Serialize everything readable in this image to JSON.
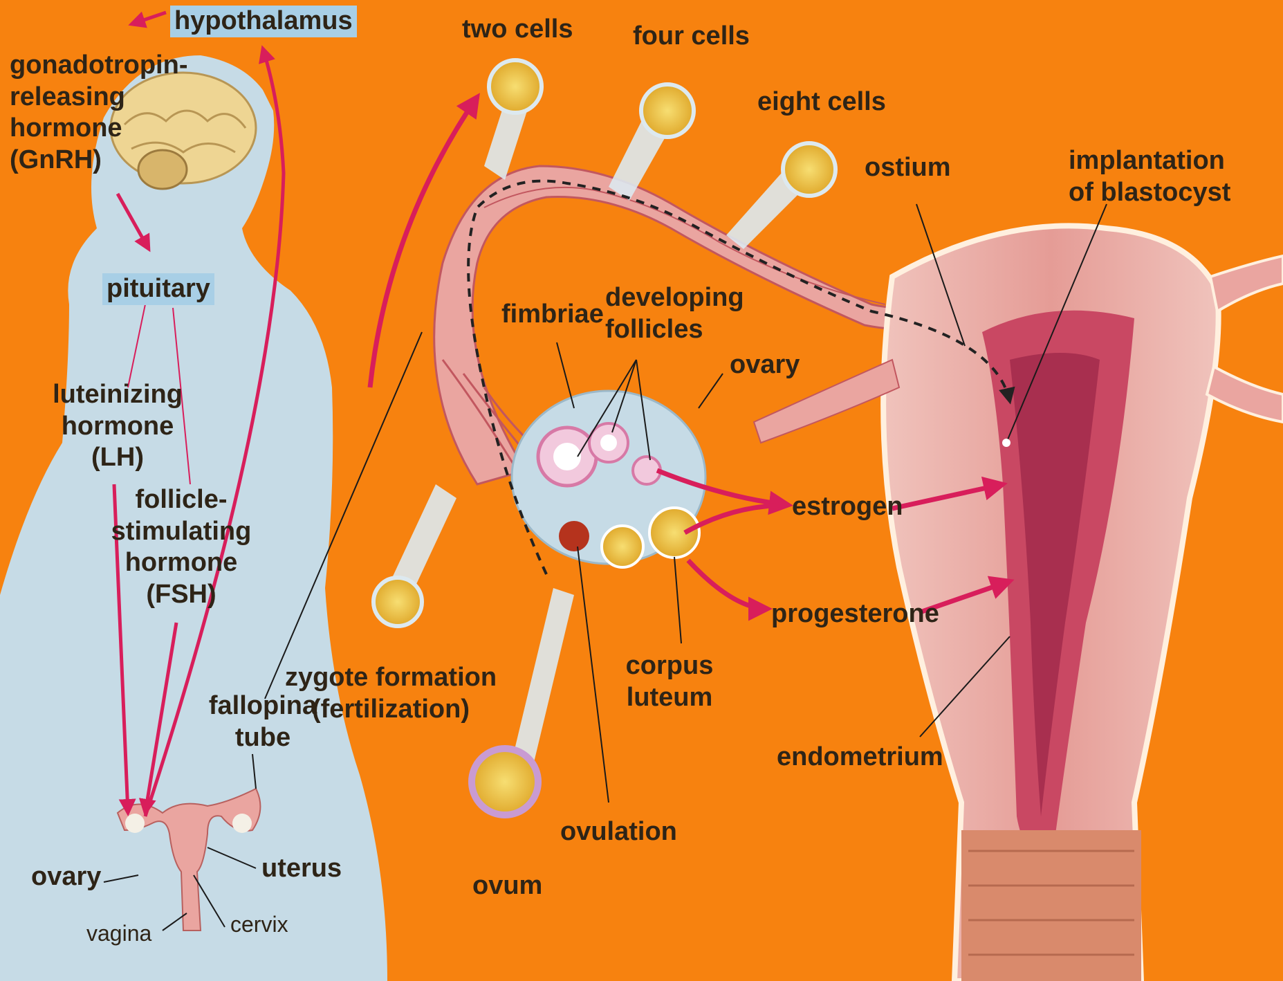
{
  "diagram": {
    "labels": {
      "hypothalamus": "hypothalamus",
      "gnrh": [
        "gonadotropin-",
        "releasing",
        "hormone",
        "(GnRH)"
      ],
      "pituitary": "pituitary",
      "lh": [
        "luteinizing",
        "hormone",
        "(LH)"
      ],
      "fsh": [
        "follicle-",
        "stimulating",
        "hormone",
        "(FSH)"
      ],
      "fallopian_tube": [
        "fallopina",
        "tube"
      ],
      "zygote": [
        "zygote formation",
        "(fertilization)"
      ],
      "ovary_small": "ovary",
      "uterus_small": "uterus",
      "vagina": "vagina",
      "cervix": "cervix",
      "two_cells": "two cells",
      "four_cells": "four cells",
      "eight_cells": "eight cells",
      "ostium": "ostium",
      "implantation": [
        "implantation",
        "of blastocyst"
      ],
      "fimbriae": "fimbriae",
      "developing_follicles": [
        "developing",
        "follicles"
      ],
      "ovary_large": "ovary",
      "estrogen": "estrogen",
      "progesterone": "progesterone",
      "corpus_luteum": [
        "corpus",
        "luteum"
      ],
      "endometrium": "endometrium",
      "ovulation": "ovulation",
      "ovum": "ovum"
    },
    "colors": {
      "background": "#f7820f",
      "silhouette": "#c6dbe6",
      "tissue": "#eaa5a0",
      "tissue_dark": "#c2575f",
      "arrow": "#d81e5b",
      "label_highlight": "#a8cfe6",
      "cell_yellow": "#f2cb45"
    }
  }
}
